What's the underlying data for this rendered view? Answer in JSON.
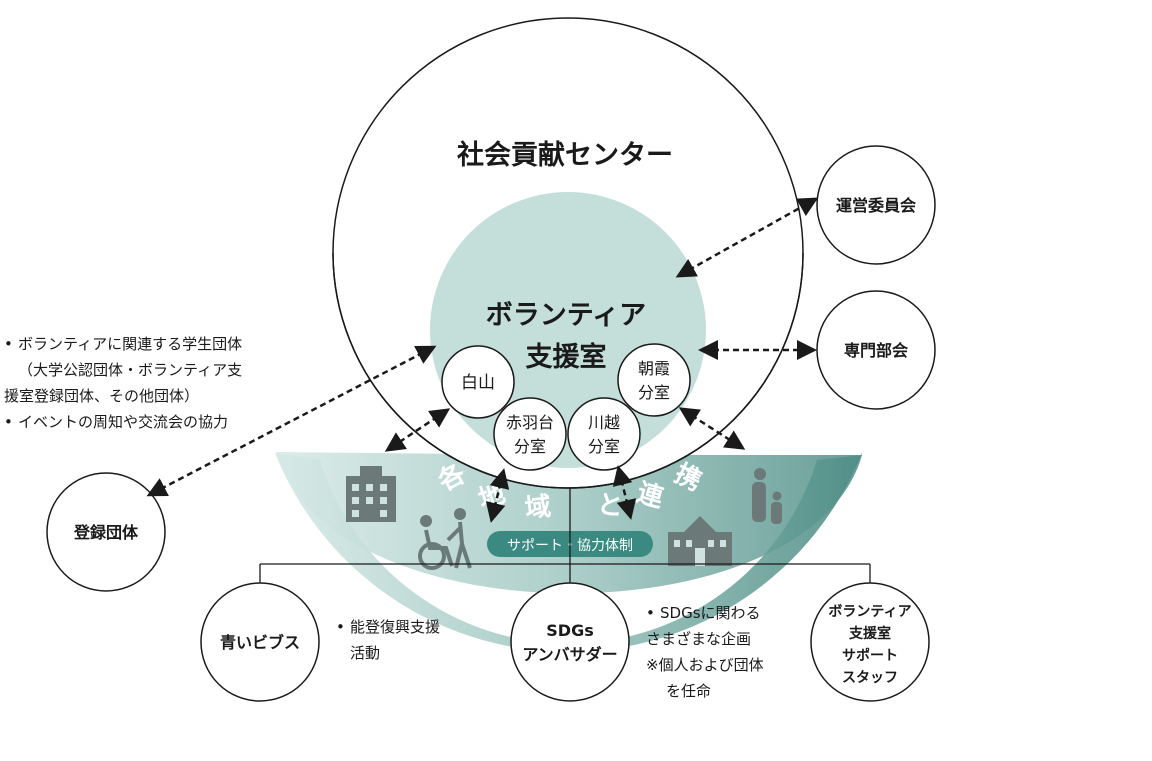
{
  "center": {
    "title": "社会貢献センター"
  },
  "volunteer_office": {
    "line1": "ボランティア",
    "line2": "支援室"
  },
  "campuses": {
    "hakusan": "白山",
    "akabanedai": [
      "赤羽台",
      "分室"
    ],
    "kawagoe": [
      "川越",
      "分室"
    ],
    "asaka": [
      "朝霞",
      "分室"
    ]
  },
  "committees": {
    "steering": "運営委員会",
    "expert": "専門部会"
  },
  "region_band": {
    "title": "各地域と連携",
    "chars": [
      "各",
      "地",
      "域",
      "と",
      "連",
      "携"
    ],
    "badge": "サポート・協力体制"
  },
  "registered_groups": {
    "label": "登録団体",
    "notes": [
      "ボランティアに関連する学生団体",
      "（大学公認団体・ボランティア支",
      "援室登録団体、その他団体）",
      "イベントの周知や交流会の協力"
    ]
  },
  "aoi_bibs": {
    "label": "青いビブス",
    "notes": [
      "能登復興支援",
      "活動"
    ]
  },
  "sdgs_ambassador": {
    "label": [
      "SDGs",
      "アンバサダー"
    ],
    "notes": [
      "SDGsに関わる",
      "さまざまな企画",
      "※個人および団体",
      "を任命"
    ]
  },
  "support_staff": {
    "label": [
      "ボランティア",
      "支援室",
      "サポート",
      "スタッフ"
    ]
  },
  "colors": {
    "accent": "#5f9e97",
    "office_circle": "#c4deda",
    "icon_gray": "#6b7a78",
    "arrow": "#1a1a1a"
  },
  "icons": [
    "building-icon",
    "wheelchair-assist-icon",
    "school-icon",
    "parent-child-icon"
  ]
}
